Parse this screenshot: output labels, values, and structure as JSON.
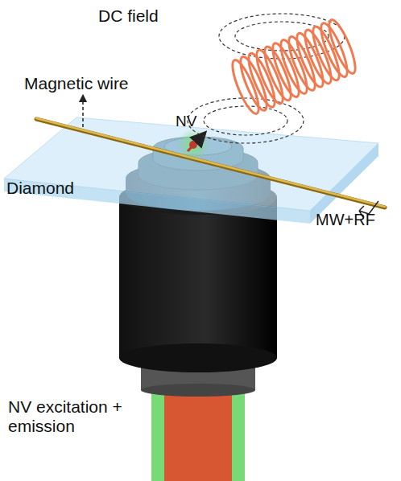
{
  "diagram": {
    "labels": [
      "DC field",
      "Magnetic wire",
      "NV",
      "Diamond",
      "MW+RF",
      "NV excitation + emission"
    ]
  }
}
